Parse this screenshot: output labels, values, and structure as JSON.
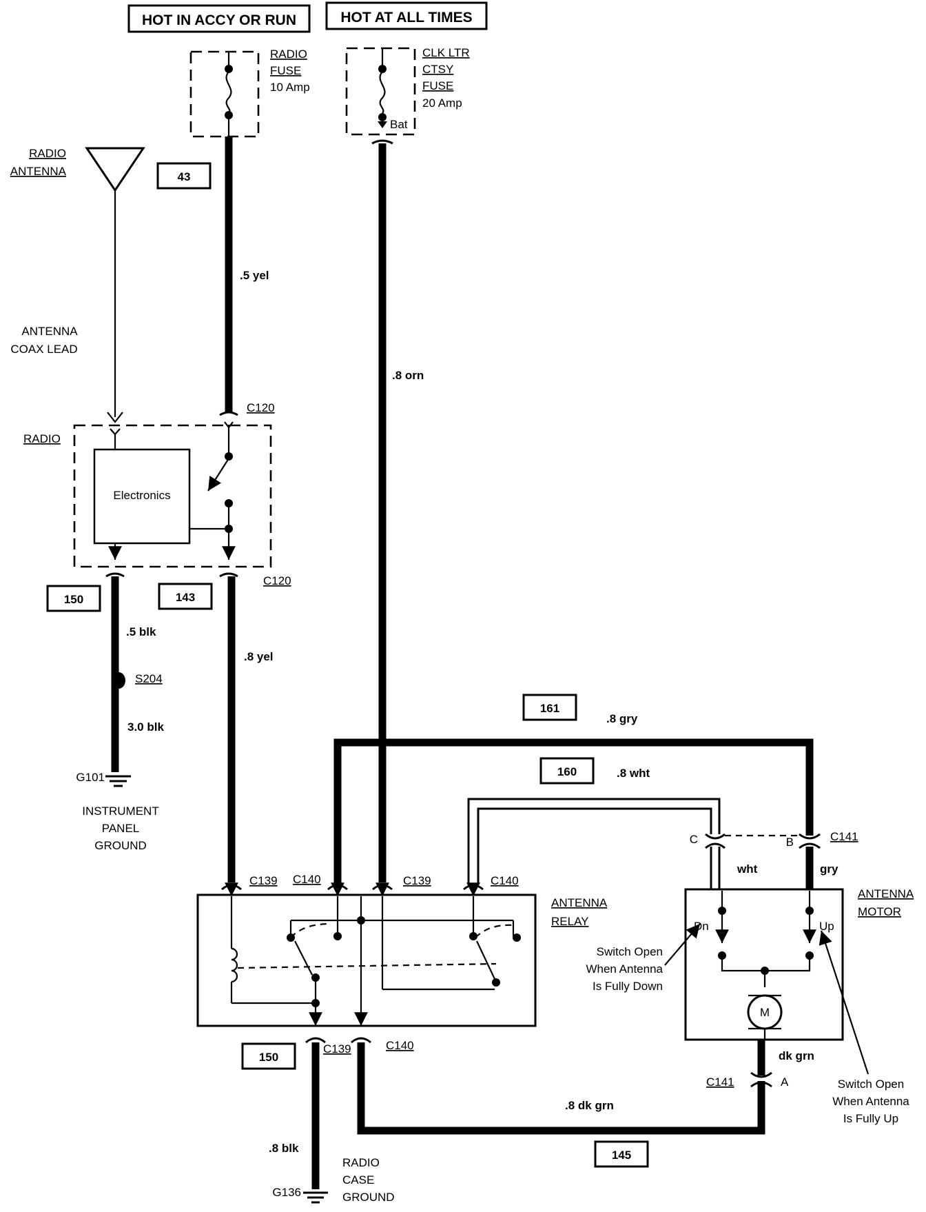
{
  "headers": {
    "accy_run": "HOT IN ACCY OR RUN",
    "all_times": "HOT AT ALL TIMES"
  },
  "fuses": {
    "radio": {
      "line1": "RADIO",
      "line2": "FUSE",
      "rating": "10 Amp"
    },
    "clk": {
      "line1": "CLK LTR",
      "line2": "CTSY",
      "line3": "FUSE",
      "rating": "20 Amp",
      "terminal": "Bat"
    }
  },
  "antenna": {
    "line1": "RADIO",
    "line2": "ANTENNA"
  },
  "coax": {
    "line1": "ANTENNA",
    "line2": "COAX LEAD"
  },
  "radio": {
    "label": "RADIO",
    "electronics": "Electronics"
  },
  "circuits": {
    "c43": "43",
    "c150a": "150",
    "c143": "143",
    "c161": "161",
    "c160": "160",
    "c150b": "150",
    "c145": "145"
  },
  "wires": {
    "yel_05": ".5 yel",
    "orn_08": ".8 orn",
    "blk_05": ".5 blk",
    "yel_08": ".8 yel",
    "blk_30": "3.0 blk",
    "gry_08": ".8 gry",
    "wht_08": ".8 wht",
    "wht": "wht",
    "gry": "gry",
    "dkgrn": "dk grn",
    "dkgrn_08": ".8 dk grn",
    "blk_08": ".8 blk"
  },
  "connectors": {
    "c120_top": "C120",
    "c120_bot": "C120",
    "c139_a": "C139",
    "c140_a": "C140",
    "c139_b": "C139",
    "c140_b": "C140",
    "c139_c": "C139",
    "c140_c": "C140",
    "c141_top": "C141",
    "c141_bot": "C141",
    "pin_c": "C",
    "pin_b": "B",
    "pin_a": "A"
  },
  "splice": "S204",
  "grounds": {
    "g101": "G101",
    "ipg": {
      "line1": "INSTRUMENT",
      "line2": "PANEL",
      "line3": "GROUND"
    },
    "g136": "G136",
    "rcg": {
      "line1": "RADIO",
      "line2": "CASE",
      "line3": "GROUND"
    }
  },
  "relay": {
    "line1": "ANTENNA",
    "line2": "RELAY"
  },
  "motor": {
    "line1": "ANTENNA",
    "line2": "MOTOR",
    "dn": "Dn",
    "up": "Up",
    "m": "M"
  },
  "notes": {
    "down": {
      "line1": "Switch Open",
      "line2": "When Antenna",
      "line3": "Is Fully Down"
    },
    "up": {
      "line1": "Switch Open",
      "line2": "When Antenna",
      "line3": "Is Fully Up"
    }
  }
}
